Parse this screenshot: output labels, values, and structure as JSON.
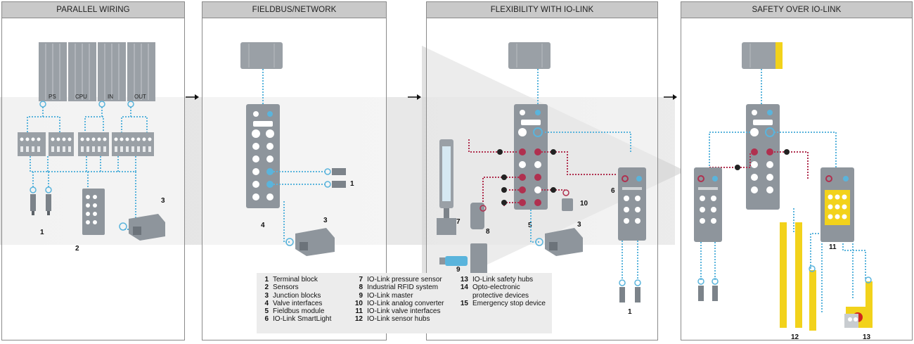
{
  "panels": [
    {
      "title": "PARALLEL WIRING"
    },
    {
      "title": "FIELDBUS/NETWORK"
    },
    {
      "title": "FLEXIBILITY WITH IO-LINK"
    },
    {
      "title": "SAFETY OVER IO-LINK"
    }
  ],
  "plc_modules": [
    "PS",
    "CPU",
    "IN",
    "OUT"
  ],
  "callouts": {
    "p1": [
      "1",
      "2",
      "3"
    ],
    "p2": [
      "1",
      "3",
      "4"
    ],
    "p3": [
      "5",
      "6",
      "7",
      "8",
      "9",
      "10",
      "3",
      "1"
    ],
    "p4": [
      "11",
      "12",
      "13"
    ]
  },
  "legend": {
    "col1": [
      {
        "num": "1",
        "text": "Terminal block"
      },
      {
        "num": "2",
        "text": "Sensors"
      },
      {
        "num": "3",
        "text": "Junction blocks"
      },
      {
        "num": "4",
        "text": "Valve interfaces"
      },
      {
        "num": "5",
        "text": "Fieldbus module"
      },
      {
        "num": "6",
        "text": "IO-Link SmartLight"
      }
    ],
    "col2": [
      {
        "num": "7",
        "text": "IO-Link pressure sensor"
      },
      {
        "num": "8",
        "text": "Industrial RFID system"
      },
      {
        "num": "9",
        "text": "IO-Link master"
      },
      {
        "num": "10",
        "text": "IO-Link analog converter"
      },
      {
        "num": "11",
        "text": "IO-Link valve interfaces"
      },
      {
        "num": "12",
        "text": "IO-Link sensor hubs"
      }
    ],
    "col3": [
      {
        "num": "13",
        "text": "IO-Link safety hubs"
      },
      {
        "num": "14",
        "text": "Opto-electronic protective devices"
      },
      {
        "num": "15",
        "text": "Emergency stop device"
      }
    ]
  },
  "colors": {
    "device_gray": "#8e959c",
    "dark_gray": "#6c737a",
    "cable_blue": "#5ab4dc",
    "cable_red": "#b0304f",
    "safety_yellow": "#f2d21b",
    "panel_header": "#c9c9c9"
  },
  "icons": [
    "arrow-right-icon",
    "plc-rack-icon",
    "terminal-block-icon",
    "sensor-icon",
    "valve-terminal-icon",
    "fieldbus-module-icon",
    "io-link-master-icon",
    "smartlight-icon",
    "pressure-sensor-icon",
    "rfid-icon",
    "analog-converter-icon",
    "light-curtain-icon",
    "emergency-stop-icon",
    "connector-symbol-icon"
  ]
}
